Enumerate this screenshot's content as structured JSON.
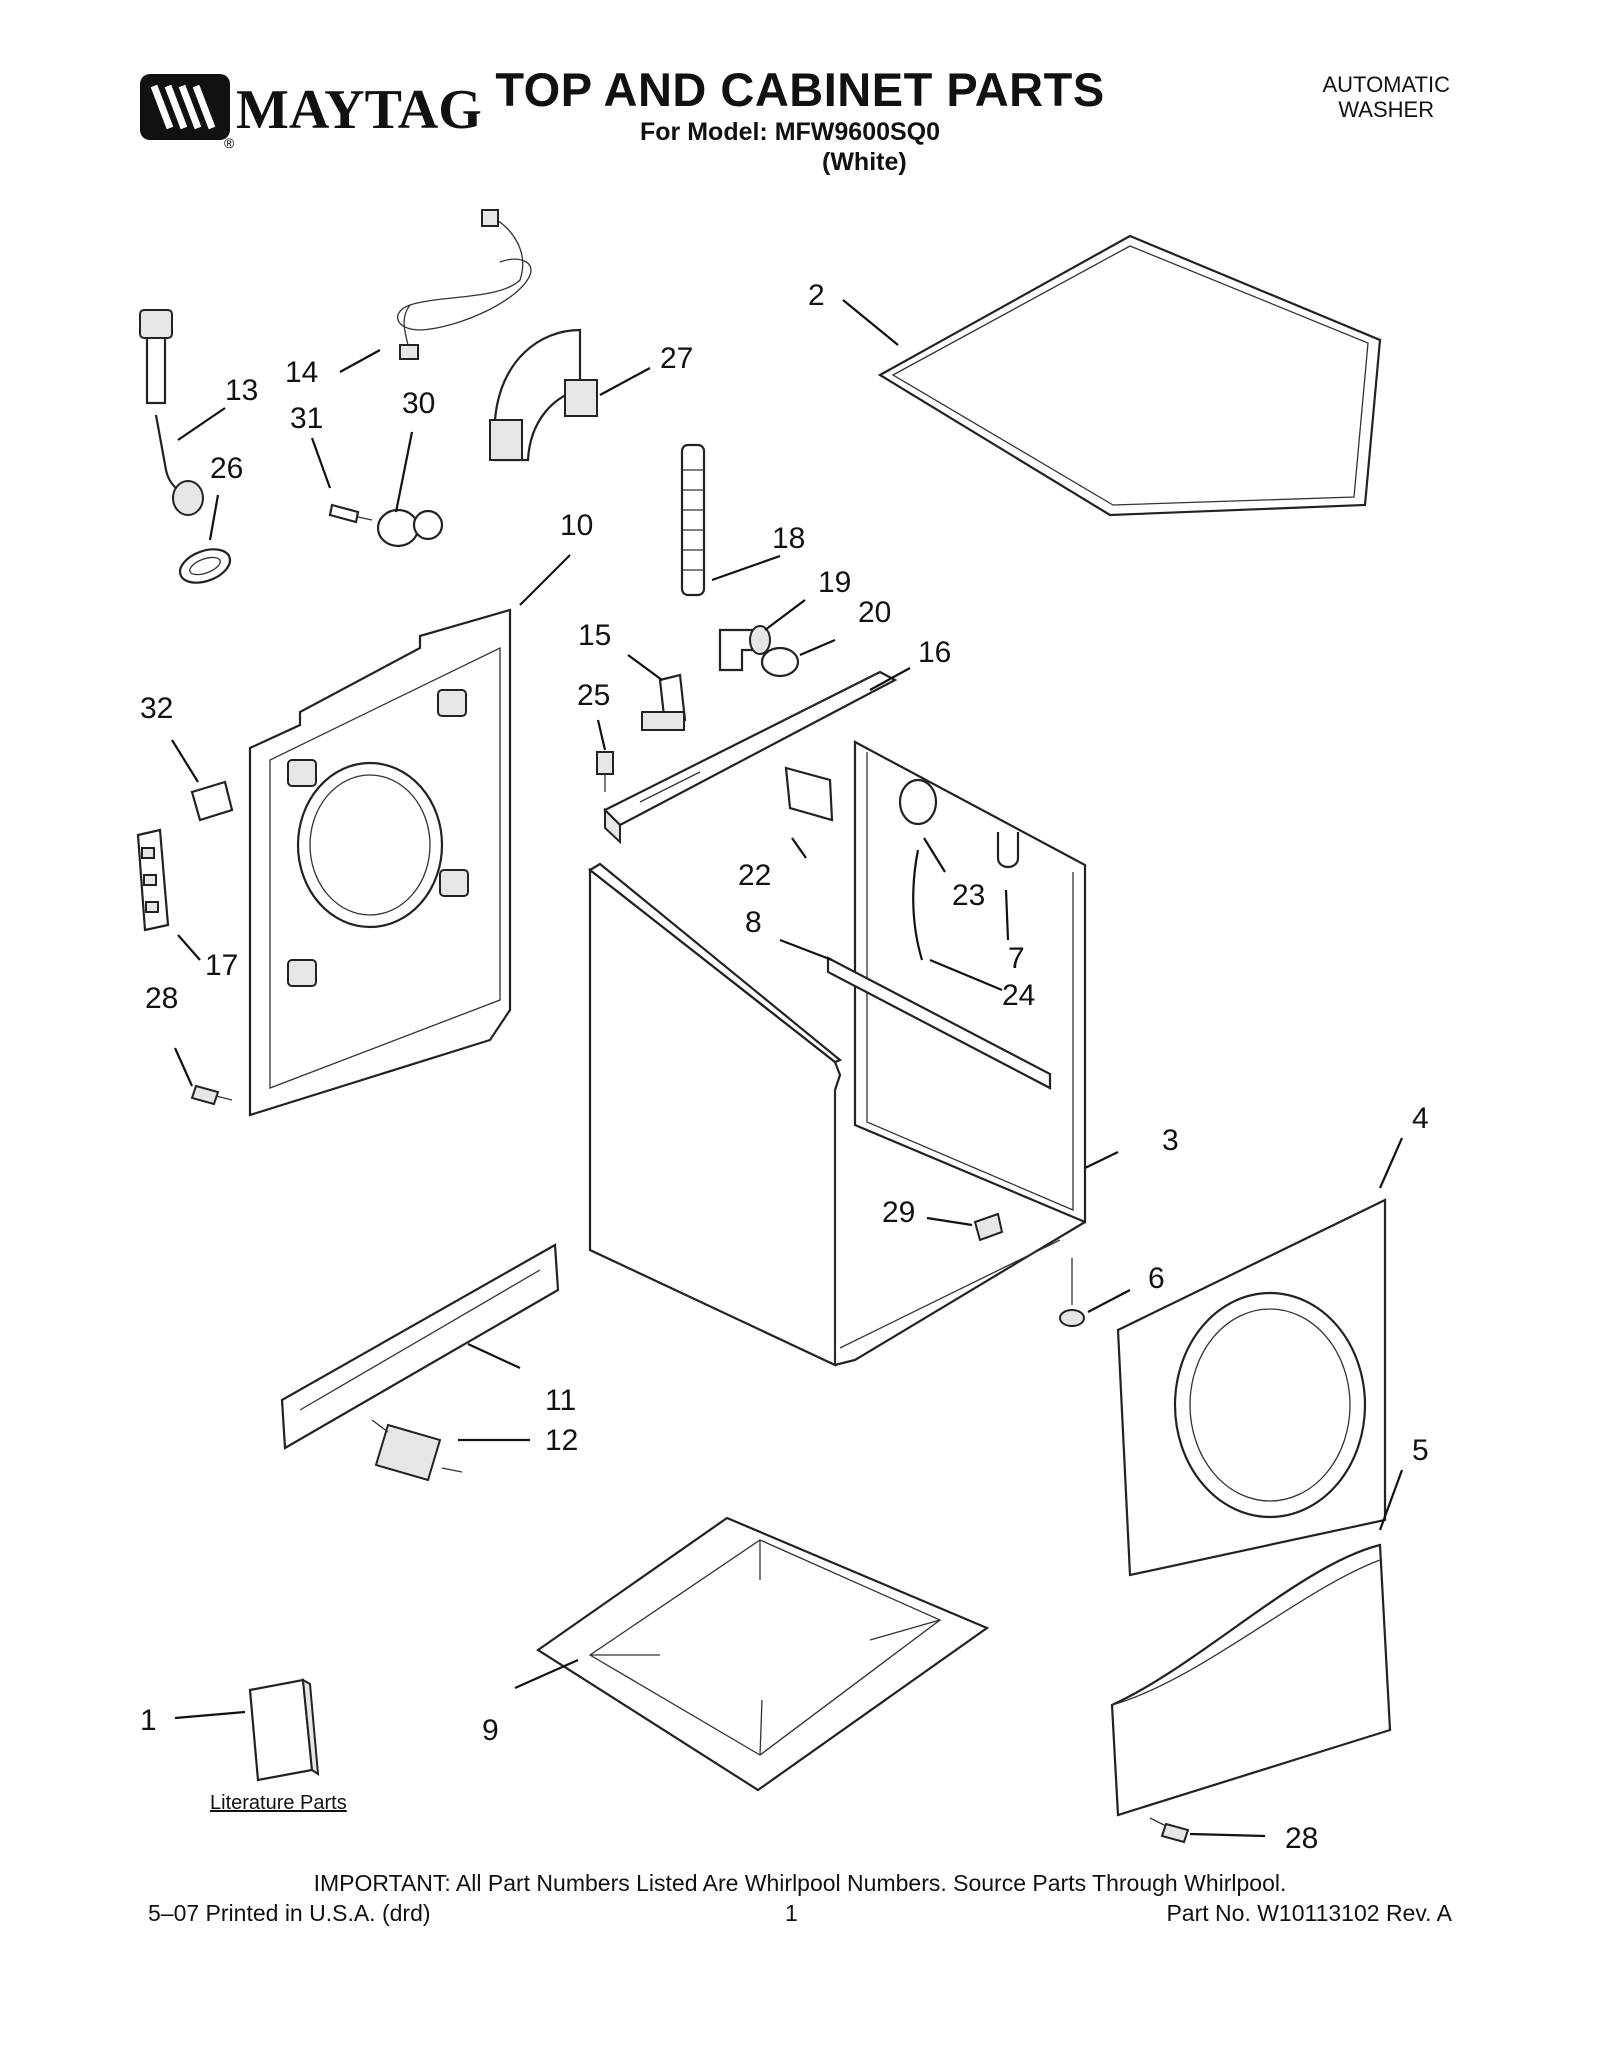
{
  "header": {
    "brand": "MAYTAG",
    "title": "TOP AND CABINET PARTS",
    "model_line": "For Model: MFW9600SQ0",
    "color_line": "(White)",
    "corner_line1": "AUTOMATIC",
    "corner_line2": "WASHER"
  },
  "callouts": [
    "1",
    "2",
    "3",
    "4",
    "5",
    "6",
    "7",
    "8",
    "9",
    "10",
    "11",
    "12",
    "13",
    "14",
    "15",
    "16",
    "17",
    "18",
    "19",
    "20",
    "22",
    "23",
    "24",
    "25",
    "26",
    "27",
    "28",
    "29",
    "30",
    "31",
    "32",
    "28"
  ],
  "literature_label": "Literature Parts",
  "footer": {
    "important": "IMPORTANT: All Part Numbers Listed Are Whirlpool Numbers. Source Parts Through Whirlpool.",
    "printed": "5–07 Printed in U.S.A. (drd)",
    "page": "1",
    "part_no": "Part No. W10113102 Rev. A"
  },
  "colors": {
    "ink": "#111111",
    "part_fill": "#ffffff",
    "shade": "#e6e6e6"
  }
}
